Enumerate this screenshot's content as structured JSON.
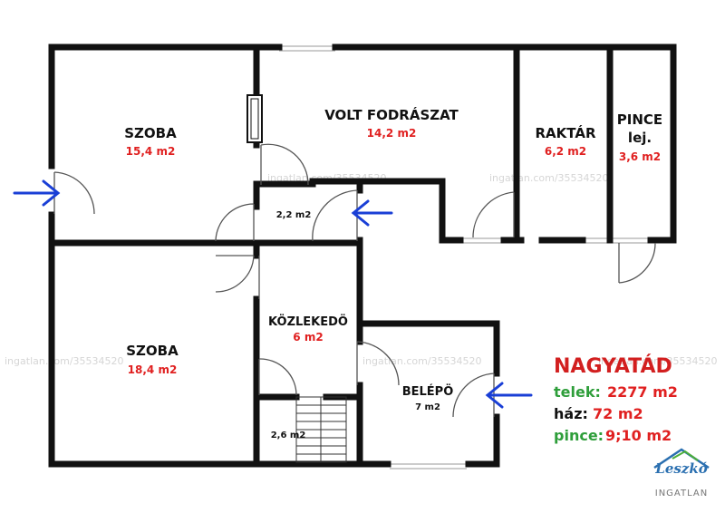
{
  "rooms": {
    "szoba1": {
      "name": "SZOBA",
      "area": "15,4 m2"
    },
    "fodraszat": {
      "name": "VOLT FODRÁSZAT",
      "area": "14,2 m2"
    },
    "raktar": {
      "name": "RAKTÁR",
      "area": "6,2 m2"
    },
    "pince": {
      "name": "PINCE",
      "name2": "lej.",
      "area": "3,6 m2"
    },
    "hall": {
      "area": "2,2 m2"
    },
    "szoba2": {
      "name": "SZOBA",
      "area": "18,4 m2"
    },
    "kozlekedo": {
      "name": "KÖZLEKEDÖ",
      "area": "6 m2"
    },
    "lepcso": {
      "area": "2,6 m2"
    },
    "belepo": {
      "name": "BELÉPÖ",
      "area": "7 m2"
    }
  },
  "watermark": "ingatlan.com/35534520",
  "info": {
    "title": "NAGYATÁD",
    "telek_label": "telek:",
    "telek_value": "2277 m2",
    "haz_label": "ház:",
    "haz_value": "72 m2",
    "pince_label": "pince:",
    "pince_value": "9;10 m2",
    "colors": {
      "green": "#2e9e3a",
      "black": "#111111",
      "red": "#e02020"
    }
  },
  "logo": {
    "text": "Leszkó",
    "sub": "INGATLAN"
  }
}
